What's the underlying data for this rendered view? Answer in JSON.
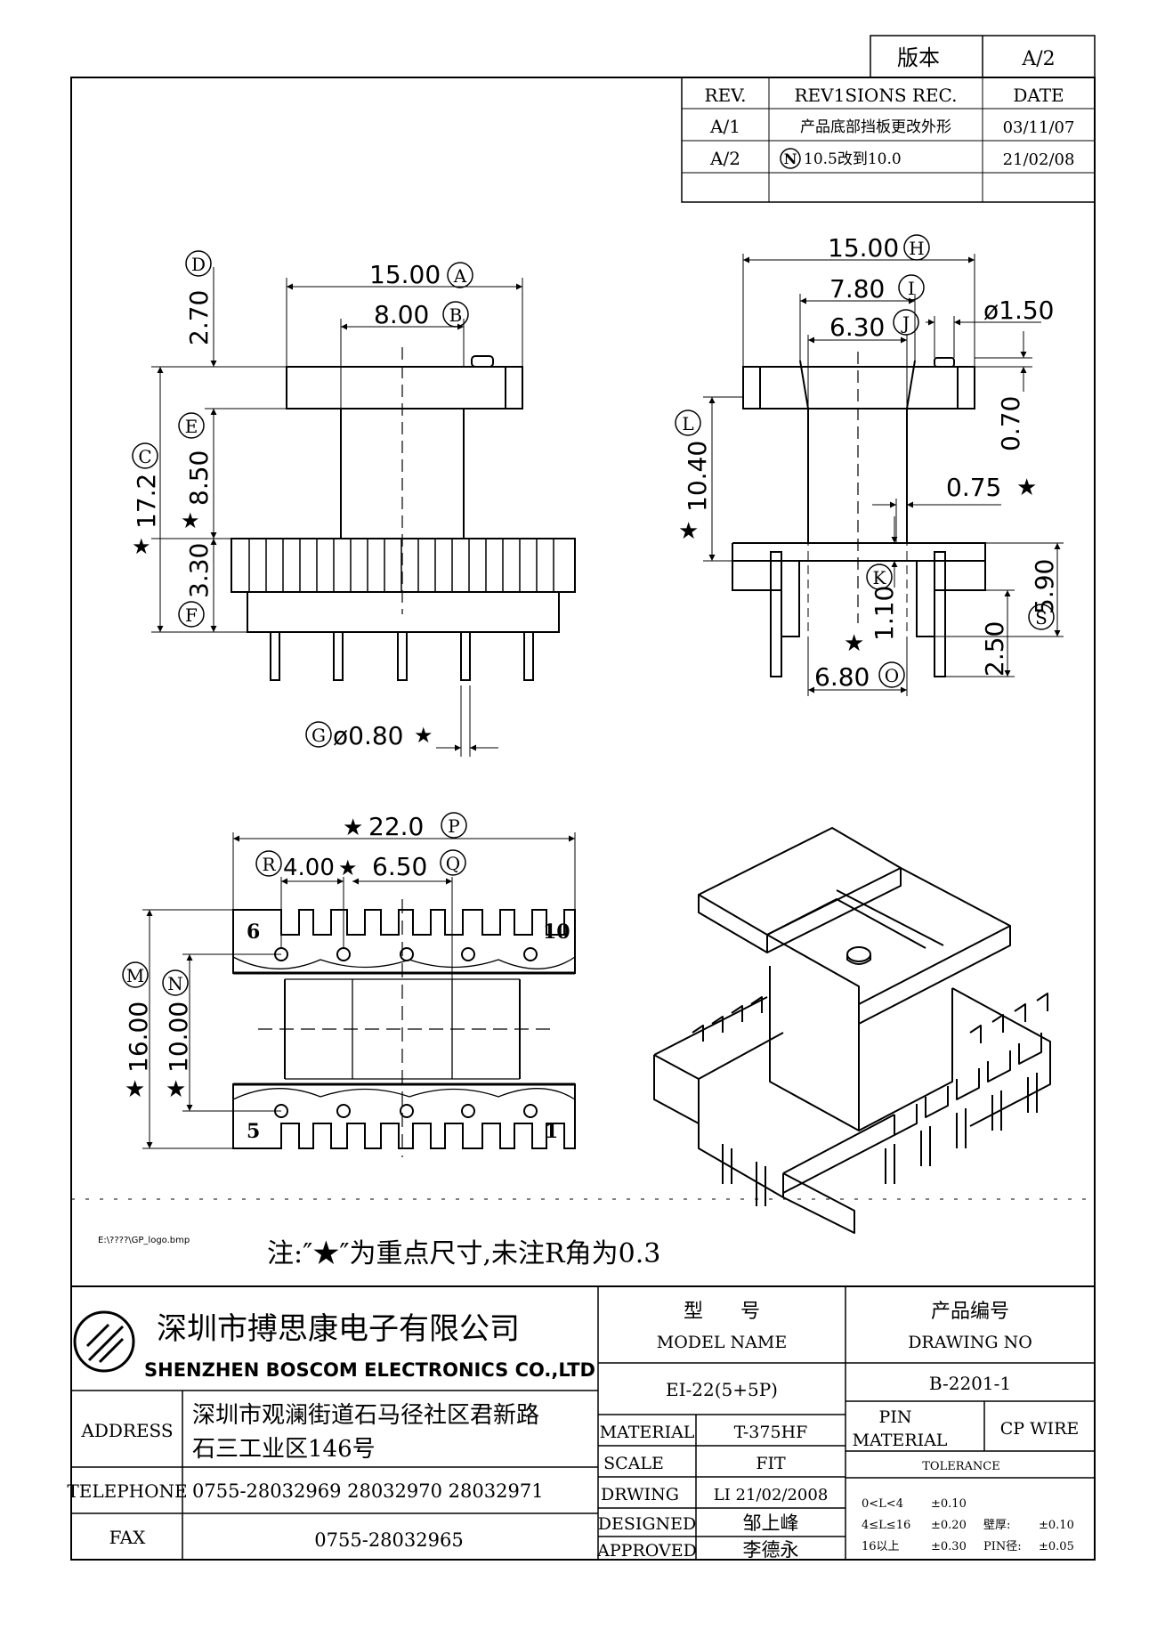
{
  "version": {
    "label": "版本",
    "value": "A/2"
  },
  "revisions": {
    "headers": [
      "REV.",
      "REV1SIONS REC.",
      "DATE"
    ],
    "rows": [
      {
        "rev": "A/1",
        "mark": "",
        "desc": "产品底部挡板更改外形",
        "date": "03/11/07"
      },
      {
        "rev": "A/2",
        "mark": "N",
        "desc": "10.5改到10.0",
        "date": "21/02/08"
      }
    ]
  },
  "front_view": {
    "dim_a": "15.00",
    "ref_a": "A",
    "dim_b": "8.00",
    "ref_b": "B",
    "dim_d": "2.70",
    "ref_d": "D",
    "ref_e": "E",
    "dim_c": "17.2",
    "ref_c": "C",
    "dim_e": "8.50",
    "dim_f": "3.30",
    "ref_f": "F",
    "ref_g": "G",
    "dim_g": "ø0.80",
    "star": "★"
  },
  "side_view": {
    "dim_h": "15.00",
    "ref_h": "H",
    "dim_i": "7.80",
    "ref_i": "I",
    "dim_j": "6.30",
    "ref_j": "J",
    "dim_hole": "ø1.50",
    "dim_070": "0.70",
    "dim_075": "0.75",
    "dim_l": "10.40",
    "ref_l": "L",
    "ref_k": "K",
    "dim_k": "1.10",
    "dim_s": "5.90",
    "ref_s": "S",
    "dim_250": "2.50",
    "dim_o": "6.80",
    "ref_o": "O",
    "star": "★"
  },
  "bottom_view": {
    "dim_p": "22.0",
    "ref_p": "P",
    "ref_r": "R",
    "dim_r": "4.00",
    "dim_q": "6.50",
    "ref_q": "Q",
    "dim_m": "16.00",
    "ref_m": "M",
    "dim_n": "10.00",
    "ref_n": "N",
    "pin_6": "6",
    "pin_10": "10",
    "pin_5": "5",
    "pin_1": "1",
    "star": "★"
  },
  "logo_path": "E:\\????\\GP_logo.bmp",
  "note": "注:″★″为重点尺寸,未注R角为0.3",
  "company": {
    "name_cn": "深圳市搏思康电子有限公司",
    "name_en": "SHENZHEN BOSCOM ELECTRONICS CO.,LTD"
  },
  "title_block": {
    "address_label": "ADDRESS",
    "address_line1": "深圳市观澜街道石马径社区君新路",
    "address_line2": "石三工业区146号",
    "telephone_label": "TELEPHONE",
    "telephone_value": "0755-28032969 28032970 28032971",
    "fax_label": "FAX",
    "fax_value": "0755-28032965",
    "model_label_cn": "型      号",
    "model_label_en": "MODEL NAME",
    "model_value": "EI-22(5+5P)",
    "drawing_label_cn": "产品编号",
    "drawing_label_en": "DRAWING NO",
    "drawing_value": "B-2201-1",
    "material_label": "MATERIAL",
    "material_value": "T-375HF",
    "scale_label": "SCALE",
    "scale_value": "FIT",
    "drwing_label": "DRWING",
    "drwing_value": "LI 21/02/2008",
    "designed_label": "DESIGNED",
    "designed_value": "邹上峰",
    "approved_label": "APPROVED",
    "approved_value": "李德永",
    "pin_label1": "PIN",
    "pin_label2": "MATERIAL",
    "pin_value": "CP WIRE",
    "tolerance_label": "TOLERANCE",
    "tol_1a": "0<L<4",
    "tol_1b": "±0.10",
    "tol_2a": "4≤L≤16",
    "tol_2b": "±0.20",
    "tol_2c": "壁厚:",
    "tol_2d": "±0.10",
    "tol_3a": "16以上",
    "tol_3b": "±0.30",
    "tol_3c": "PIN径:",
    "tol_3d": "±0.05"
  }
}
